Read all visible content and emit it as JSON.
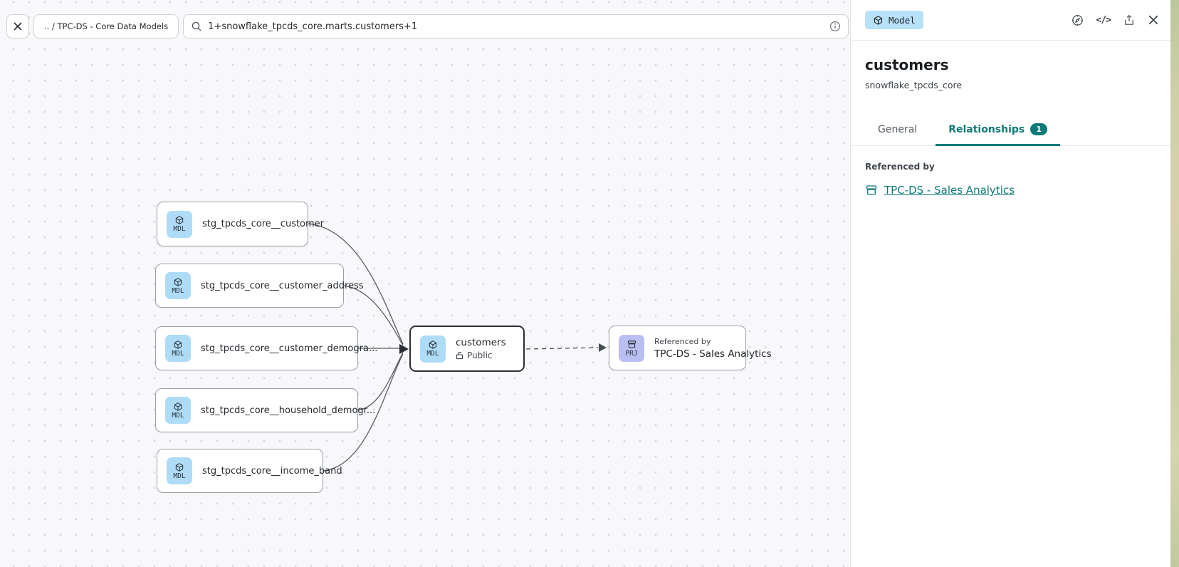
{
  "toolbar": {
    "breadcrumb": ".. / TPC-DS - Core Data Models",
    "search_value": "1+snowflake_tpcds_core.marts.customers+1"
  },
  "panel": {
    "type_badge": "Model",
    "title": "customers",
    "subtitle": "snowflake_tpcds_core",
    "tabs": {
      "general": "General",
      "relationships": "Relationships",
      "relationships_count": "1"
    },
    "section_label": "Referenced by",
    "reference_link": "TPC-DS - Sales Analytics"
  },
  "canvas": {
    "nodes": [
      {
        "type": "MDL",
        "label": "stg_tpcds_core__customer"
      },
      {
        "type": "MDL",
        "label": "stg_tpcds_core__customer_address"
      },
      {
        "type": "MDL",
        "label": "stg_tpcds_core__customer_demogra..."
      },
      {
        "type": "MDL",
        "label": "stg_tpcds_core__household_demogr..."
      },
      {
        "type": "MDL",
        "label": "stg_tpcds_core__income_band"
      },
      {
        "type": "MDL",
        "label": "customers",
        "access": "Public"
      },
      {
        "type": "PRJ",
        "label": "TPC-DS - Sales Analytics",
        "sublabel": "Referenced by"
      }
    ]
  },
  "colors": {
    "accent_teal": "#0e7a78",
    "model_blue": "#aedcf7",
    "project_purple": "#b9bff2",
    "badge_blue": "#b7e1f8",
    "canvas_bg": "#f8f8fa"
  }
}
